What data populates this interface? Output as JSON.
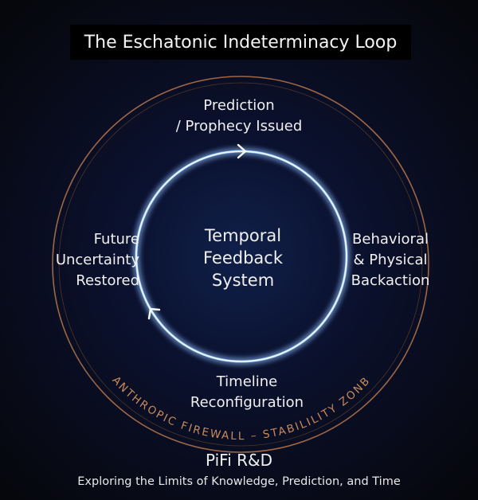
{
  "title": "The Eschatonic Indeterminacy Loop",
  "nodes": {
    "top": "Prediction\n/ Prophecy Issued",
    "right": "Behavioral\n& Physical\nBackaction",
    "bottom": "Timeline\nReconfiguration",
    "left": "Future\nUncertainty\nRestored",
    "center": "Temporal\nFeedback\nSystem"
  },
  "ring_label": "ANTHROPIC FIREWALL – STABILILITY ZONB",
  "footer": {
    "title": "PiFi R&D",
    "subtitle": "Exploring the Limits of Knowledge,  Prediction, and Time"
  },
  "colors": {
    "loop": "#6fa8ff",
    "ring": "#b8764a",
    "background": "#07080f"
  }
}
